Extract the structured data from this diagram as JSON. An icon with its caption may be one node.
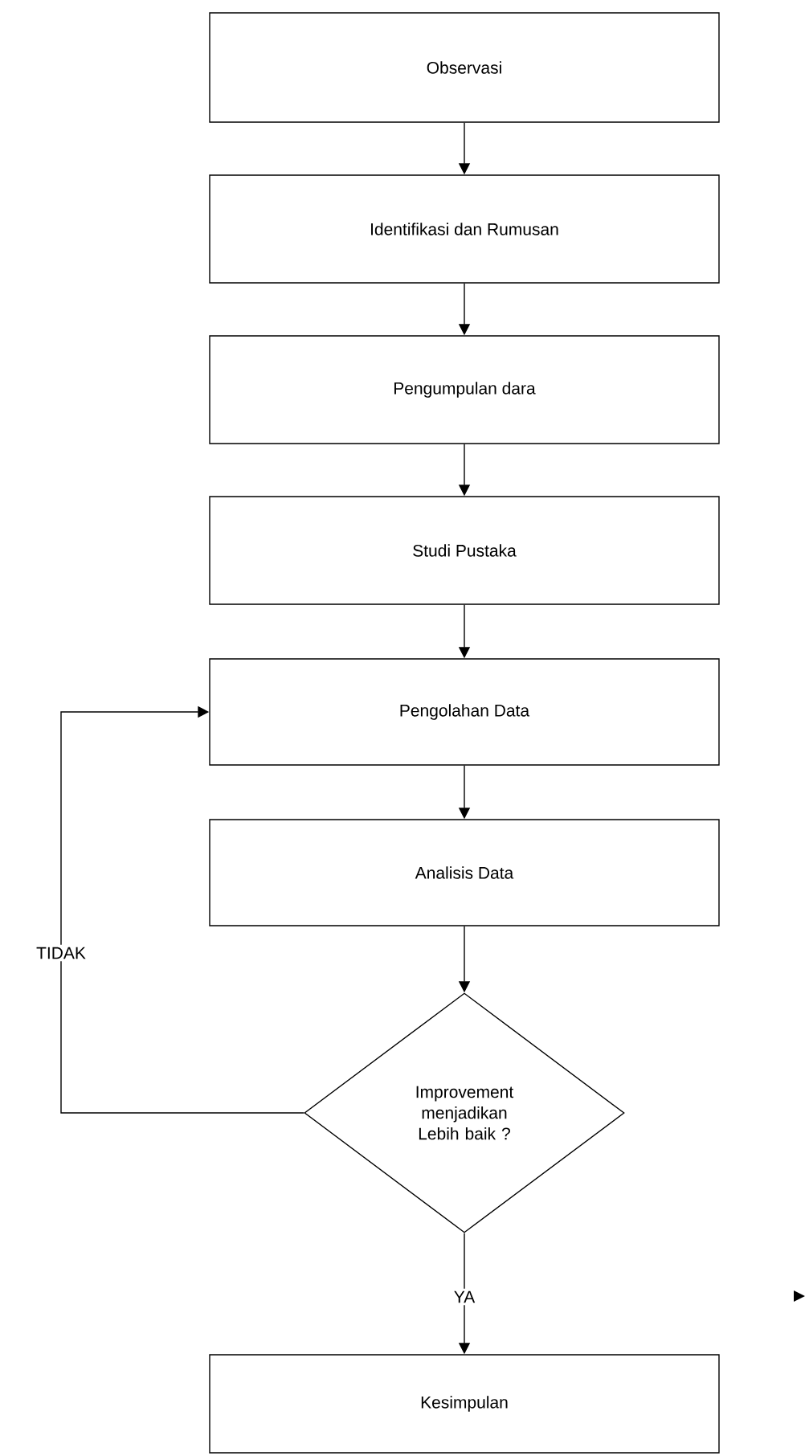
{
  "diagram": {
    "nodes": [
      {
        "text": [
          "Observasi"
        ]
      },
      {
        "text": [
          "Identifikasi dan Rumusan"
        ]
      },
      {
        "text": [
          "Pengumpulan dara"
        ]
      },
      {
        "text": [
          "Studi Pustaka"
        ]
      },
      {
        "text": [
          "Pengolahan Data"
        ]
      },
      {
        "text": [
          "Analisis Data"
        ]
      },
      {
        "text": [
          "Improvement menjadikan Lebih baik ?"
        ]
      },
      {
        "text": [
          "Kesimpulan"
        ]
      }
    ],
    "edges": [
      {
        "from": 0,
        "to": 1,
        "arrow": "to"
      },
      {
        "from": 1,
        "to": 2,
        "arrow": "to"
      },
      {
        "from": 2,
        "to": 3,
        "arrow": "to"
      },
      {
        "from": 3,
        "to": 4,
        "arrow": "to"
      },
      {
        "from": 4,
        "to": 5,
        "arrow": "to"
      },
      {
        "from": 5,
        "to": 6,
        "arrow": "to"
      },
      {
        "from": 6,
        "to": 4,
        "arrow": "to",
        "label": "TIDAK"
      },
      {
        "from": 6,
        "to": 7,
        "arrow": "to",
        "label": "YA"
      }
    ]
  }
}
